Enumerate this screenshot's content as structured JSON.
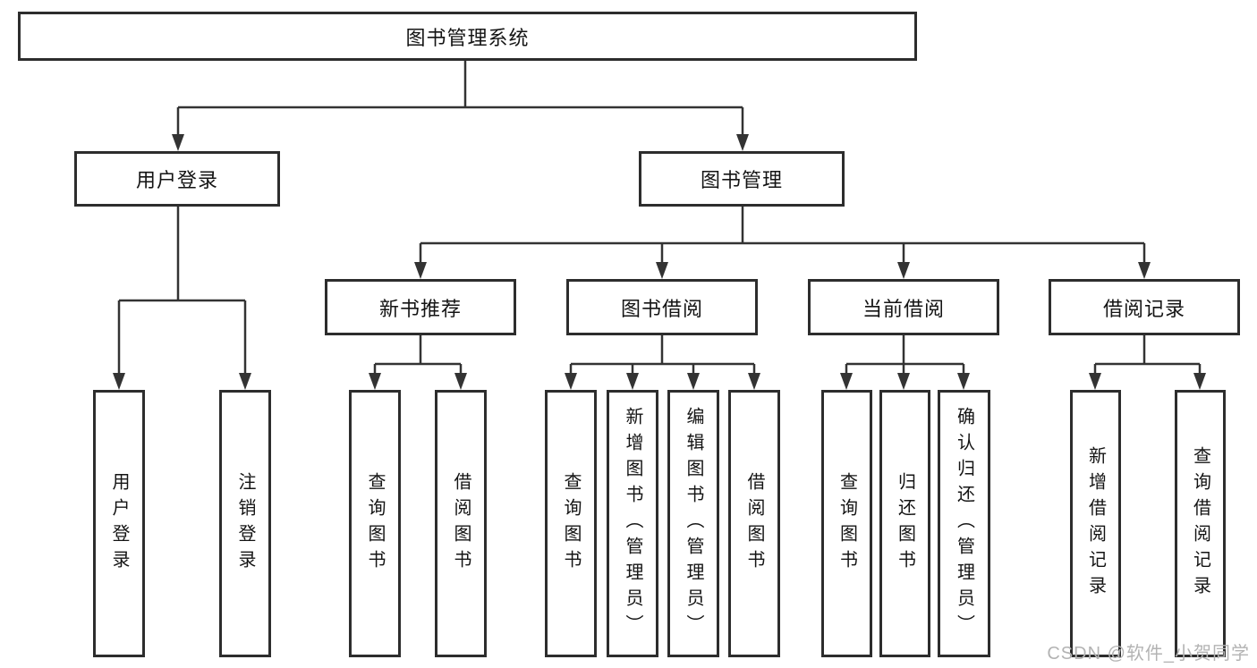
{
  "tree": {
    "root": {
      "label": "图书管理系统",
      "children": [
        {
          "label": "用户登录",
          "children": [
            {
              "label": "用户登录"
            },
            {
              "label": "注销登录"
            }
          ]
        },
        {
          "label": "图书管理",
          "children": [
            {
              "label": "新书推荐",
              "children": [
                {
                  "label": "查询图书"
                },
                {
                  "label": "借阅图书"
                }
              ]
            },
            {
              "label": "图书借阅",
              "children": [
                {
                  "label": "查询图书"
                },
                {
                  "label": "新增图书（管理员）"
                },
                {
                  "label": "编辑图书（管理员）"
                },
                {
                  "label": "借阅图书"
                }
              ]
            },
            {
              "label": "当前借阅",
              "children": [
                {
                  "label": "查询图书"
                },
                {
                  "label": "归还图书"
                },
                {
                  "label": "确认归还（管理员）"
                }
              ]
            },
            {
              "label": "借阅记录",
              "children": [
                {
                  "label": "新增借阅记录"
                },
                {
                  "label": "查询借阅记录"
                }
              ]
            }
          ]
        }
      ]
    }
  },
  "watermark": {
    "text": "CSDN @软件_小贺同学"
  },
  "colors": {
    "line": "#333333",
    "box_border": "#2d2d2d",
    "text": "#141414",
    "watermark": "#b3b3b3"
  }
}
